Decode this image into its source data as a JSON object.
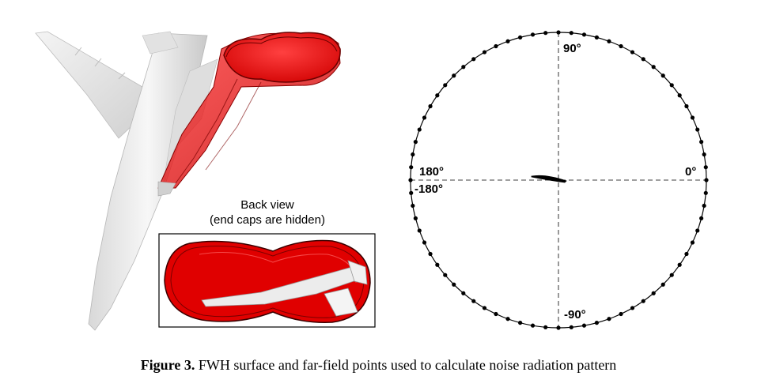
{
  "inset": {
    "title": "Back view",
    "subtitle": "(end caps are hidden)"
  },
  "polar": {
    "angle_labels": [
      "0°",
      "90°",
      "180°",
      "-180°",
      "-90°"
    ],
    "point_count": 72,
    "marker_color": "#000000"
  },
  "caption": {
    "label": "Figure 3.",
    "text": "FWH surface and far-field points used to calculate noise radiation pattern"
  },
  "colors": {
    "fwh_surface": "#e00000",
    "aircraft": "#e8e8e8"
  }
}
